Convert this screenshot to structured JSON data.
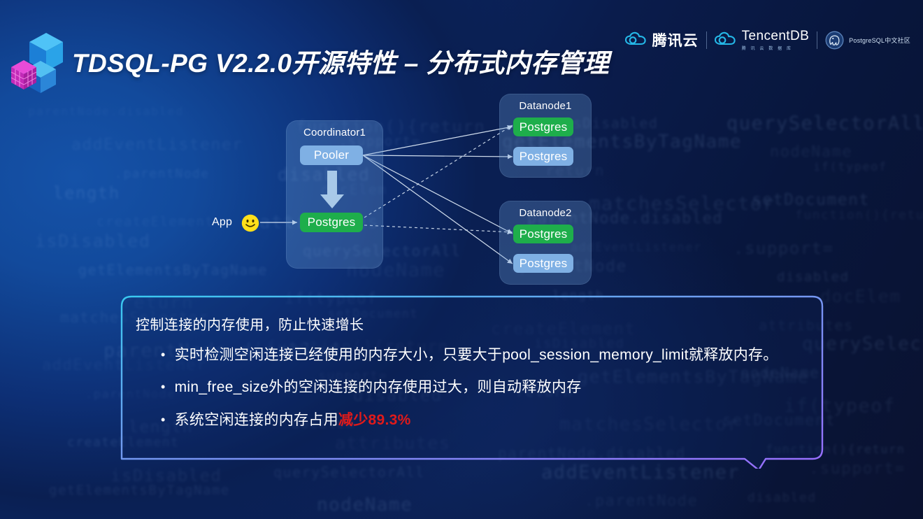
{
  "header": {
    "title": "TDSQL-PG V2.2.0开源特性 – 分布式内存管理",
    "logo_icon": "isometric-cubes-logo",
    "brands": [
      {
        "icon": "tencent-cloud-icon",
        "name": "腾讯云",
        "sub": ""
      },
      {
        "icon": "tencentdb-cloud-icon",
        "name": "TencentDB",
        "sub": "腾 讯 云 数 据 库"
      },
      {
        "icon": "postgresql-elephant-icon",
        "name": "PostgreSQL中文社区",
        "sub": ""
      }
    ]
  },
  "diagram": {
    "app": {
      "label": "App",
      "icon": "smiley-face-icon"
    },
    "coordinator": {
      "title": "Coordinator1",
      "pooler": "Pooler",
      "postgres": "Postgres",
      "arrow_icon": "down-arrow-icon"
    },
    "datanode1": {
      "title": "Datanode1",
      "nodes": [
        {
          "label": "Postgres",
          "color": "#1eae4b"
        },
        {
          "label": "Postgres",
          "color": "#7fb0e4"
        }
      ]
    },
    "datanode2": {
      "title": "Datanode2",
      "nodes": [
        {
          "label": "Postgres",
          "color": "#1eae4b"
        },
        {
          "label": "Postgres",
          "color": "#7fb0e4"
        }
      ]
    }
  },
  "callout": {
    "heading": "控制连接的内存使用，防止快速增长",
    "bullet_glyph": "•",
    "items": [
      {
        "text": "实时检测空闲连接已经使用的内存大小，只要大于pool_session_memory_limit就释放内存。",
        "highlight": "",
        "highlight_color": ""
      },
      {
        "text": "min_free_size外的空闲连接的内存使用过大，则自动释放内存",
        "highlight": "",
        "highlight_color": ""
      },
      {
        "text": "系统空闲连接的内存占用",
        "highlight": "减少89.3%",
        "highlight_color": "#e01a1a"
      }
    ],
    "border_color_start": "#39c9f0",
    "border_color_end": "#9a6cff"
  },
  "background": {
    "code_lines": [
      "parentNode.disabled",
      "function(){return",
      "isDisabled",
      "querySelectorAll",
      "addEventListener",
      ".support=",
      "getElementsByTagName",
      "nodeName",
      ".parentNode",
      "disabled",
      "return",
      "if(typeof",
      "length",
      "docElem",
      "matchesSelector",
      "setDocument",
      "createElement",
      "attributes"
    ]
  }
}
